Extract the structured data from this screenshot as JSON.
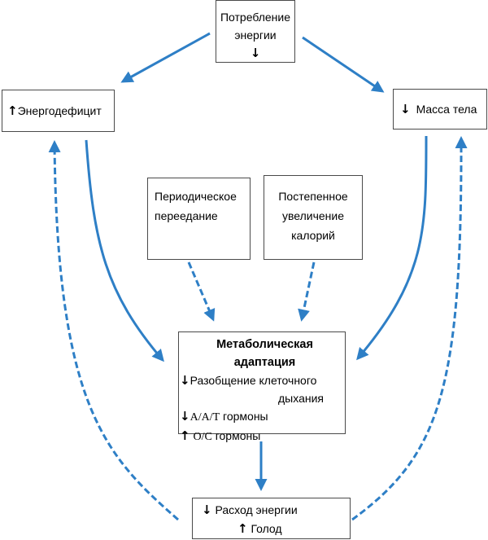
{
  "diagram": {
    "colors": {
      "arrow": "#2e7fc6",
      "box_border": "#4a4a4a",
      "text": "#000000"
    },
    "nodes": {
      "energy_intake": {
        "line1": "Потребление",
        "line2": "энергии",
        "indicator": "↓",
        "indicator_name": "decrease"
      },
      "energy_deficit": {
        "indicator": "↑",
        "indicator_name": "increase",
        "label": "Энергодефицит"
      },
      "body_mass": {
        "indicator": "↓",
        "indicator_name": "decrease",
        "label": "Масса тела"
      },
      "periodic_overeating": {
        "line1": "Периодическое",
        "line2": "переедание"
      },
      "gradual_calorie_increase": {
        "line1": "Постепенное",
        "line2": "увеличение",
        "line3": "калорий"
      },
      "metabolic_adaptation": {
        "title_line1": "Метаболическая",
        "title_line2": "адаптация",
        "items": [
          {
            "indicator": "↓",
            "text_line1": "Разобщение клеточного",
            "text_line2": "дыхания"
          },
          {
            "indicator": "↓",
            "abbr": "A/A/T",
            "text": "гормоны"
          },
          {
            "indicator": "↑",
            "abbr": "O/C",
            "text": "гормоны"
          }
        ]
      },
      "outcome": {
        "items": [
          {
            "indicator": "↓",
            "text": "Расход энергии"
          },
          {
            "indicator": "↑",
            "text": "Голод"
          }
        ]
      }
    },
    "edges": [
      {
        "from": "energy_intake",
        "to": "energy_deficit",
        "style": "solid"
      },
      {
        "from": "energy_intake",
        "to": "body_mass",
        "style": "solid"
      },
      {
        "from": "energy_deficit",
        "to": "metabolic_adaptation",
        "style": "solid"
      },
      {
        "from": "body_mass",
        "to": "metabolic_adaptation",
        "style": "solid"
      },
      {
        "from": "periodic_overeating",
        "to": "metabolic_adaptation",
        "style": "dashed"
      },
      {
        "from": "gradual_calorie_increase",
        "to": "metabolic_adaptation",
        "style": "dashed"
      },
      {
        "from": "metabolic_adaptation",
        "to": "outcome",
        "style": "solid"
      },
      {
        "from": "outcome",
        "to": "energy_deficit",
        "style": "dashed"
      },
      {
        "from": "outcome",
        "to": "body_mass",
        "style": "dashed"
      }
    ]
  }
}
